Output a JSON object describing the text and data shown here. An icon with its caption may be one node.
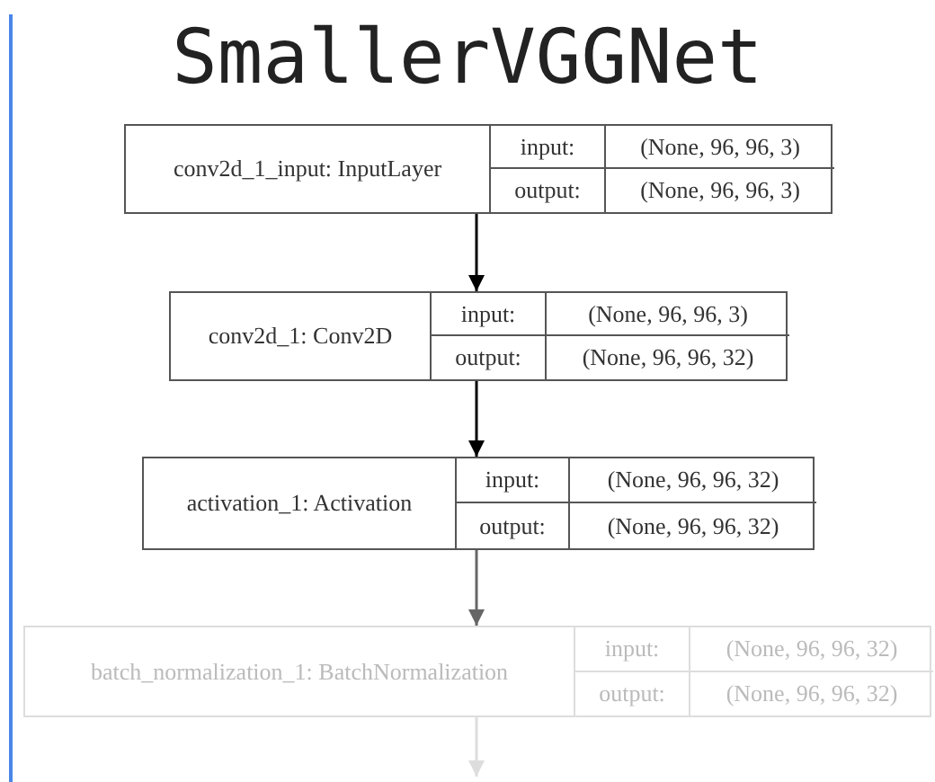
{
  "diagram": {
    "title": "SmallerVGGNet",
    "nodes": [
      {
        "text": [
          "conv2d_1_input: InputLayer",
          "input:",
          "(None, 96, 96, 3)",
          "output:",
          "(None, 96, 96, 3)"
        ]
      },
      {
        "text": [
          "conv2d_1: Conv2D",
          "input:",
          "(None, 96, 96, 3)",
          "output:",
          "(None, 96, 96, 32)"
        ]
      },
      {
        "text": [
          "activation_1: Activation",
          "input:",
          "(None, 96, 96, 32)",
          "output:",
          "(None, 96, 96, 32)"
        ]
      },
      {
        "text": [
          "batch_normalization_1: BatchNormalization",
          "input:",
          "(None, 96, 96, 32)",
          "output:",
          "(None, 96, 96, 32)"
        ]
      }
    ],
    "edges": [
      {
        "from": 0,
        "to": 1,
        "arrow": "to"
      },
      {
        "from": 1,
        "to": 2,
        "arrow": "to"
      },
      {
        "from": 2,
        "to": 3,
        "arrow": "to",
        "color": "#666666"
      },
      {
        "from": 3,
        "to": null,
        "arrow": "to",
        "color": "#dddddd"
      }
    ]
  }
}
